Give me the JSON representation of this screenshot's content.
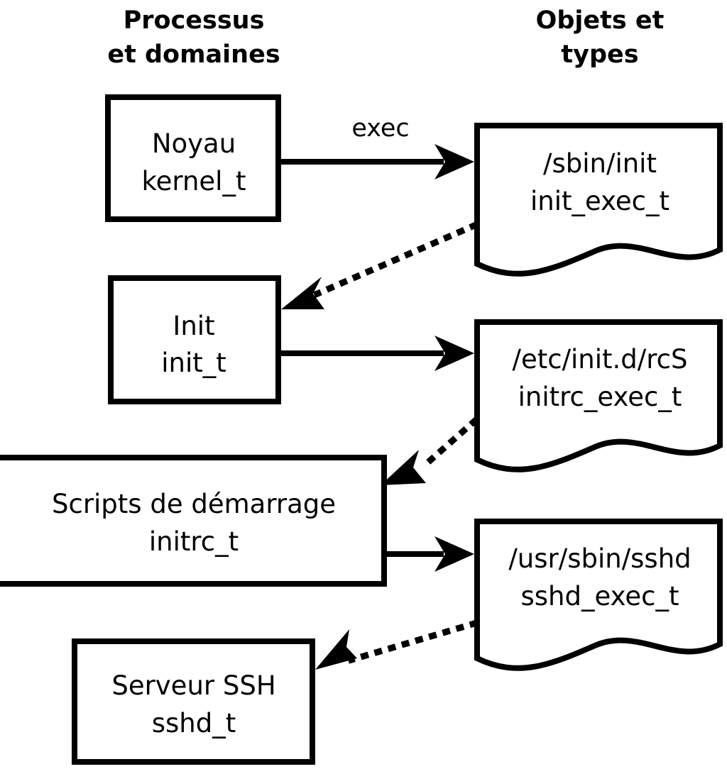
{
  "diagram": {
    "title_columns": {
      "left": {
        "line1": "Processus",
        "line2": "et domaines"
      },
      "right": {
        "line1": "Objets et",
        "line2": "types"
      }
    },
    "colors": {
      "stroke": "#000000",
      "background": "#ffffff",
      "text": "#000000"
    },
    "process_nodes": [
      {
        "id": "kernel",
        "line1": "Noyau",
        "line2": "kernel_t"
      },
      {
        "id": "init",
        "line1": "Init",
        "line2": "init_t"
      },
      {
        "id": "initrc",
        "line1": "Scripts de démarrage",
        "line2": "initrc_t"
      },
      {
        "id": "sshd",
        "line1": "Serveur SSH",
        "line2": "sshd_t"
      }
    ],
    "object_nodes": [
      {
        "id": "init_exec",
        "line1": "/sbin/init",
        "line2": "init_exec_t"
      },
      {
        "id": "initrc_exec",
        "line1": "/etc/init.d/rcS",
        "line2": "initrc_exec_t"
      },
      {
        "id": "sshd_exec",
        "line1": "/usr/sbin/sshd",
        "line2": "sshd_exec_t"
      }
    ],
    "edges": [
      {
        "id": "kernel-to-init_exec",
        "from": "kernel",
        "to": "init_exec",
        "style": "solid",
        "label": "exec"
      },
      {
        "id": "init_exec-to-init",
        "from": "init_exec",
        "to": "init",
        "style": "dotted",
        "label": ""
      },
      {
        "id": "init-to-initrc_exec",
        "from": "init",
        "to": "initrc_exec",
        "style": "solid",
        "label": ""
      },
      {
        "id": "initrc_exec-to-initrc",
        "from": "initrc_exec",
        "to": "initrc",
        "style": "dotted",
        "label": ""
      },
      {
        "id": "initrc-to-sshd_exec",
        "from": "initrc",
        "to": "sshd_exec",
        "style": "solid",
        "label": ""
      },
      {
        "id": "sshd_exec-to-sshd",
        "from": "sshd_exec",
        "to": "sshd",
        "style": "dotted",
        "label": ""
      }
    ]
  }
}
